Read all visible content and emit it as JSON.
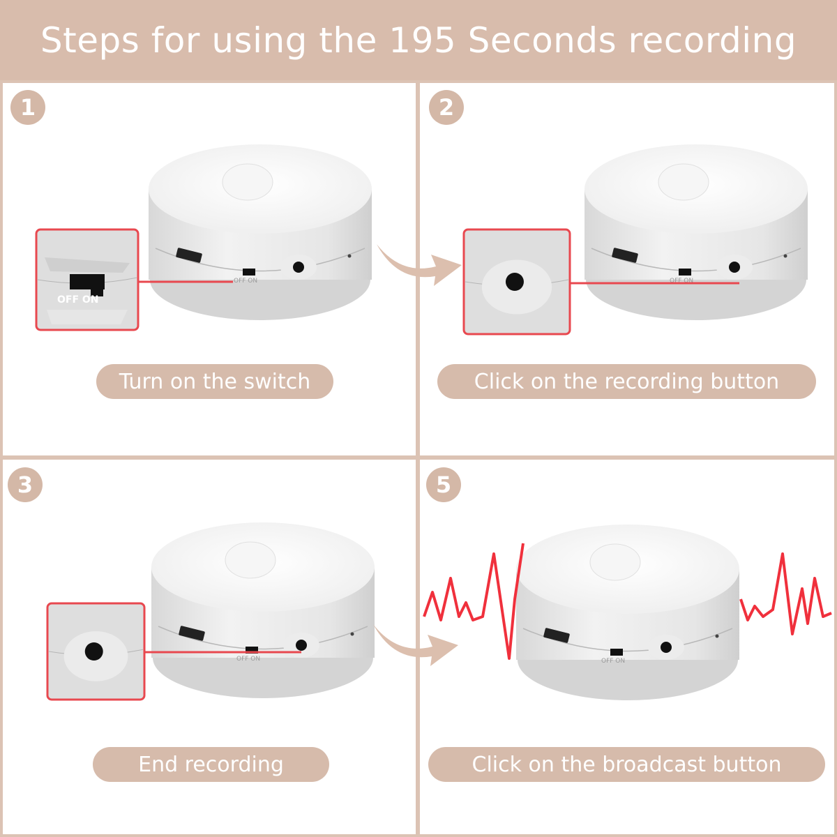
{
  "title": "Steps for using the 195 Seconds recording",
  "steps": [
    {
      "number": "1",
      "label": "Turn on the switch"
    },
    {
      "number": "2",
      "label": "Click on the recording button"
    },
    {
      "number": "3",
      "label": "End recording"
    },
    {
      "number": "5",
      "label": "Click on the broadcast button"
    }
  ],
  "switch_label": "OFF ON",
  "colors": {
    "accent": "#d6bbab",
    "highlight": "#e8484f",
    "wave": "#f0303c"
  }
}
